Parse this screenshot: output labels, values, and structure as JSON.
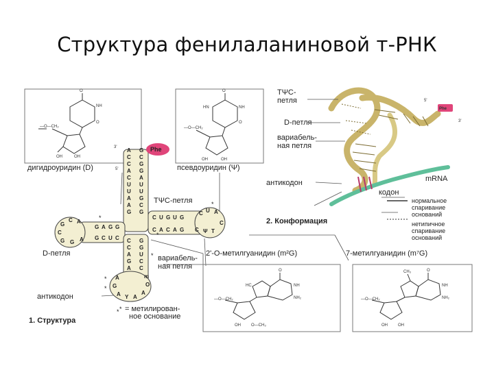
{
  "title": "Структура фенилаланиновой т-РНК",
  "panels": {
    "dihydrouridine": "дигидроуридин (D)",
    "pseudouridine": "псевдоуридин (Ψ)",
    "methylguanidine": "2'-О-метилгуанидин (m²G)",
    "methyl7guanidine": "7-метилгуанидин (m⁷G)"
  },
  "structure": {
    "amino_acid": "Phe",
    "tpsi_loop": "TΨC-петля",
    "d_loop": "D-петля",
    "variable_loop_1": "вариабель-",
    "variable_loop_2": "ная петля",
    "anticodon": "антикодон",
    "modified_1": "= метилирован-",
    "modified_2": "ное основание",
    "caption": "1. Структура",
    "end5": "5'",
    "end3": "3'",
    "acceptor_stem": [
      "A",
      "C",
      "C",
      "A",
      "C",
      "U",
      "U",
      "A",
      "A",
      "G",
      "G",
      "C",
      "G",
      "G",
      "A",
      "U",
      "U",
      "G",
      "C",
      "G"
    ],
    "tpsi_seq": [
      "C",
      "U",
      "G",
      "U",
      "G",
      "C",
      "U",
      "A",
      "C",
      "T",
      "Ψ",
      "C",
      "G",
      "A",
      "C",
      "A",
      "C"
    ],
    "d_seq": [
      "G",
      "G",
      "A",
      "G",
      "A",
      "C",
      "G",
      "C",
      "G",
      "G",
      "A",
      "G",
      "C",
      "U",
      "C"
    ],
    "anticodon_seq": [
      "C",
      "C",
      "A",
      "G",
      "A",
      "G",
      "G",
      "U",
      "C",
      "C",
      "A",
      "G",
      "A",
      "Y",
      "A",
      "A",
      "O",
      "m"
    ]
  },
  "conformation": {
    "amino_acid": "Phe",
    "tpsi_loop_1": "TΨC-",
    "tpsi_loop_2": "петля",
    "d_loop": "D-петля",
    "variable_loop_1": "вариабель-",
    "variable_loop_2": "ная петля",
    "anticodon": "антикодон",
    "mrna": "mRNA",
    "codon": "кодон",
    "caption": "2. Конформация",
    "end5": "5'",
    "end3": "3'",
    "legend_normal_1": "нормальное",
    "legend_normal_2": "спаривание",
    "legend_normal_3": "оснований",
    "legend_atypical_1": "нетипичное",
    "legend_atypical_2": "спаривание",
    "legend_atypical_3": "оснований"
  },
  "colors": {
    "phe": "#e0457a",
    "loop_fill": "#f3efd2",
    "mrna": "#5fbf9a",
    "helix": "#e8d9a0",
    "codon_pair": "#b8376a"
  }
}
